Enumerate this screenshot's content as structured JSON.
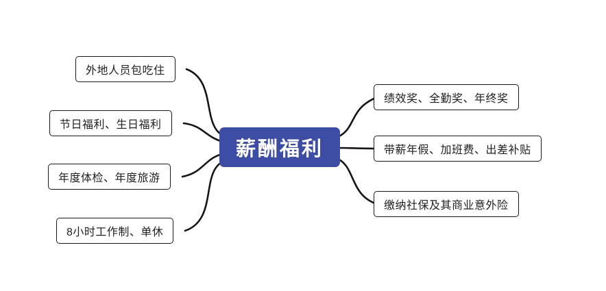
{
  "colors": {
    "center_bg": "#3d4da3",
    "center_text": "#ffffff",
    "node_bg": "#ffffff",
    "node_border": "#1a1a1a",
    "connector": "#151515"
  },
  "mindmap": {
    "center": {
      "label": "薪酬福利"
    },
    "left_branches": [
      {
        "label": "外地人员包吃住"
      },
      {
        "label": "节日福利、生日福利"
      },
      {
        "label": "年度体检、年度旅游"
      },
      {
        "label": "8小时工作制、单休"
      }
    ],
    "right_branches": [
      {
        "label": "绩效奖、全勤奖、年终奖"
      },
      {
        "label": "带薪年假、加班费、出差补贴"
      },
      {
        "label": "缴纳社保及其商业意外险"
      }
    ]
  }
}
